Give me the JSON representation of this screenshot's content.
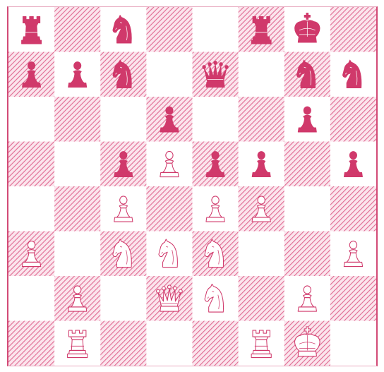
{
  "board": {
    "ranks": [
      [
        "br",
        "",
        "bn",
        "",
        "",
        "br",
        "bk",
        ""
      ],
      [
        "bp",
        "bp",
        "bn",
        "",
        "bq",
        "",
        "bn",
        "bn"
      ],
      [
        "",
        "",
        "",
        "bp",
        "",
        "",
        "bp",
        ""
      ],
      [
        "",
        "",
        "bp",
        "wp",
        "bp",
        "bp",
        "",
        "bp"
      ],
      [
        "",
        "",
        "wp",
        "",
        "wp",
        "wp",
        "",
        ""
      ],
      [
        "wp",
        "",
        "wn",
        "wn",
        "wn",
        "",
        "",
        "wp"
      ],
      [
        "",
        "wp",
        "",
        "wq",
        "wn",
        "",
        "wp",
        ""
      ],
      [
        "",
        "wr",
        "",
        "",
        "",
        "wr",
        "wk",
        ""
      ]
    ],
    "colors": {
      "ink": "#d0396b",
      "hatch": "#e06a92",
      "border": "#d24a76",
      "paper": "#ffffff"
    }
  },
  "piece_icons": {
    "k": "king-icon",
    "q": "queen-icon",
    "r": "rook-icon",
    "b": "bishop-icon",
    "n": "knight-icon",
    "p": "pawn-icon"
  }
}
